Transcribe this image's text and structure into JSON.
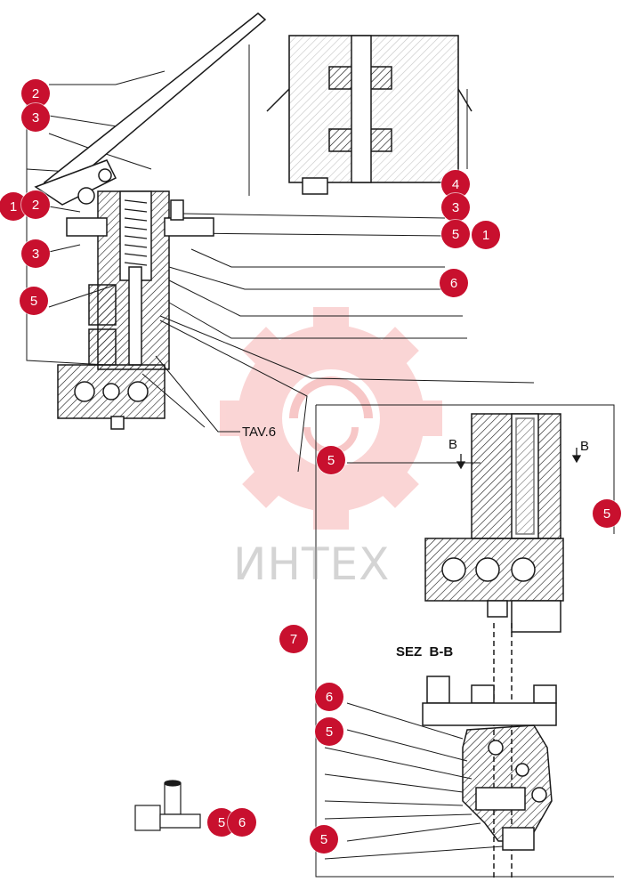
{
  "colors": {
    "callout": "#c8102e",
    "ink": "#1a1a1a",
    "watermark": "#f3a0a0"
  },
  "labels": {
    "tav": "TAV.6",
    "section": "SEZ  B-B",
    "arrow_left": "B",
    "arrow_right": "B",
    "watermark": "ИНТЕХ"
  },
  "callouts": [
    {
      "id": "c2a",
      "text": "2"
    },
    {
      "id": "c3a",
      "text": "3"
    },
    {
      "id": "c1a",
      "text": "1"
    },
    {
      "id": "c2b",
      "text": "2"
    },
    {
      "id": "c3b",
      "text": "3"
    },
    {
      "id": "c5a",
      "text": "5"
    },
    {
      "id": "c4a",
      "text": "4"
    },
    {
      "id": "c3c",
      "text": "3"
    },
    {
      "id": "c5b",
      "text": "5"
    },
    {
      "id": "c1b",
      "text": "1"
    },
    {
      "id": "c6a",
      "text": "6"
    },
    {
      "id": "c5c",
      "text": "5"
    },
    {
      "id": "c5d",
      "text": "5"
    },
    {
      "id": "c7a",
      "text": "7"
    },
    {
      "id": "c6b",
      "text": "6"
    },
    {
      "id": "c5e",
      "text": "5"
    },
    {
      "id": "c5f",
      "text": "5"
    },
    {
      "id": "c5g",
      "text": "5"
    },
    {
      "id": "c6c",
      "text": "6"
    }
  ]
}
